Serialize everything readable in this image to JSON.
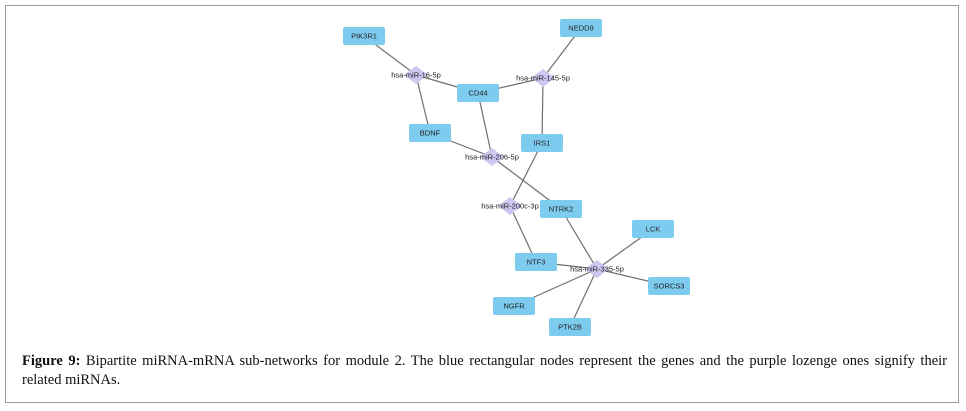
{
  "figure": {
    "caption_label": "Figure 9:",
    "caption_text": " Bipartite miRNA-mRNA sub-networks for module 2. The blue rectangular nodes represent the genes and the purple lozenge ones signify their related miRNAs."
  },
  "network": {
    "genes": [
      "PIK3R1",
      "NEDD9",
      "CD44",
      "BDNF",
      "IRS1",
      "NTRK2",
      "LCK",
      "NTF3",
      "SORCS3",
      "NGFR",
      "PTK2B"
    ],
    "mirnas": [
      "hsa-miR-16-5p",
      "hsa-miR-145-5p",
      "hsa-miR-206-5p",
      "hsa-miR-200c-3p",
      "hsa-miR-335-5p"
    ],
    "edges": [
      [
        "PIK3R1",
        "hsa-miR-16-5p"
      ],
      [
        "hsa-miR-16-5p",
        "CD44"
      ],
      [
        "hsa-miR-16-5p",
        "BDNF"
      ],
      [
        "NEDD9",
        "hsa-miR-145-5p"
      ],
      [
        "hsa-miR-145-5p",
        "CD44"
      ],
      [
        "hsa-miR-145-5p",
        "IRS1"
      ],
      [
        "CD44",
        "hsa-miR-206-5p"
      ],
      [
        "BDNF",
        "hsa-miR-206-5p"
      ],
      [
        "hsa-miR-206-5p",
        "NTRK2"
      ],
      [
        "IRS1",
        "hsa-miR-200c-3p"
      ],
      [
        "hsa-miR-200c-3p",
        "NTF3"
      ],
      [
        "NTRK2",
        "hsa-miR-335-5p"
      ],
      [
        "LCK",
        "hsa-miR-335-5p"
      ],
      [
        "NTF3",
        "hsa-miR-335-5p"
      ],
      [
        "SORCS3",
        "hsa-miR-335-5p"
      ],
      [
        "NGFR",
        "hsa-miR-335-5p"
      ],
      [
        "PTK2B",
        "hsa-miR-335-5p"
      ]
    ]
  },
  "colors": {
    "gene_fill": "#7ecbf0",
    "mirna_fill": "#cdc8f2",
    "edge": "#6f6f6f"
  }
}
